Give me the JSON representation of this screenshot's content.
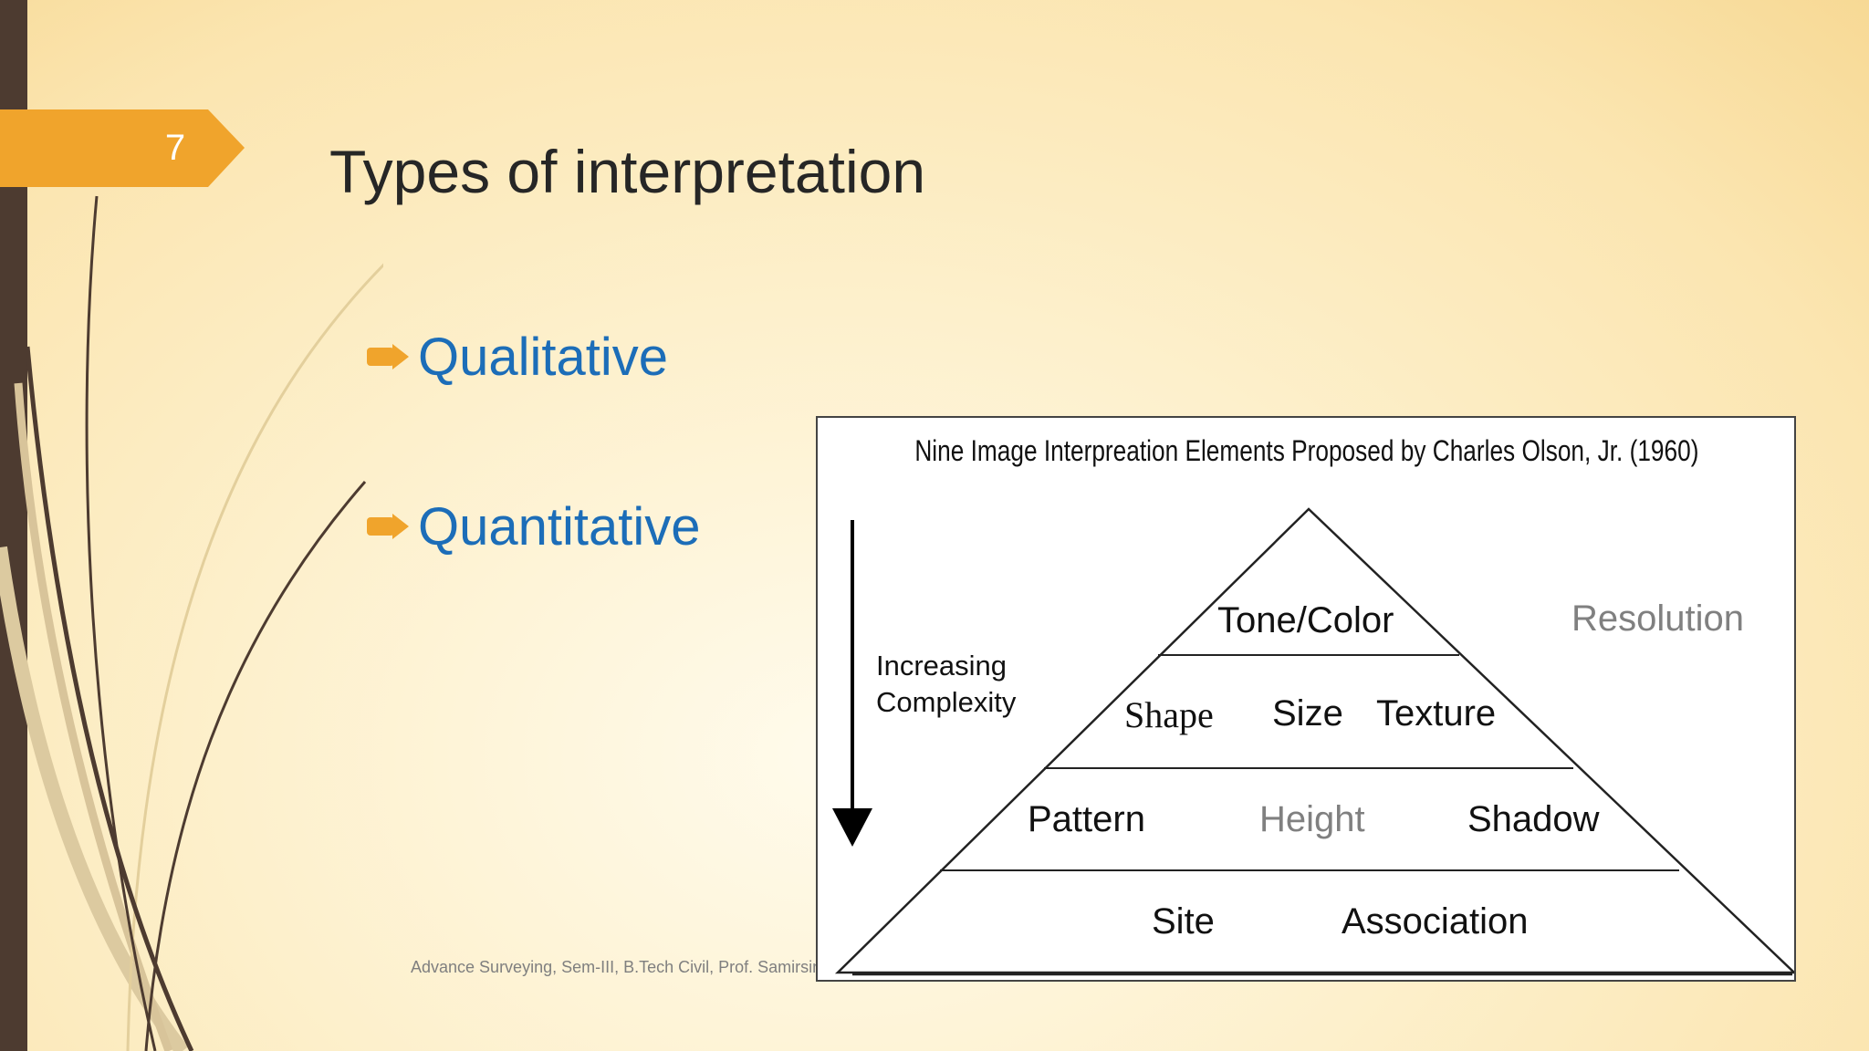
{
  "slide": {
    "number": "7",
    "title": "Types of interpretation",
    "accent_color": "#f0a42c",
    "bar_color": "#4d3b30",
    "bullet_text_color": "#1c6db8"
  },
  "bullets": [
    {
      "label": "Qualitative",
      "icon": "arrow-bullet-icon"
    },
    {
      "label": "Quantitative",
      "icon": "arrow-bullet-icon"
    }
  ],
  "footer": "Advance Surveying, Sem-III, B.Tech Civil, Prof. Samirsinh P Parmar",
  "diagram": {
    "title": "Nine Image Interpreation Elements Proposed by Charles Olson, Jr. (1960)",
    "complexity_label_1": "Increasing",
    "complexity_label_2": "Complexity",
    "resolution": "Resolution",
    "tiers": {
      "tone_color": "Tone/Color",
      "shape": "Shape",
      "size": "Size",
      "texture": "Texture",
      "pattern": "Pattern",
      "height": "Height",
      "shadow": "Shadow",
      "site": "Site",
      "association": "Association"
    }
  }
}
